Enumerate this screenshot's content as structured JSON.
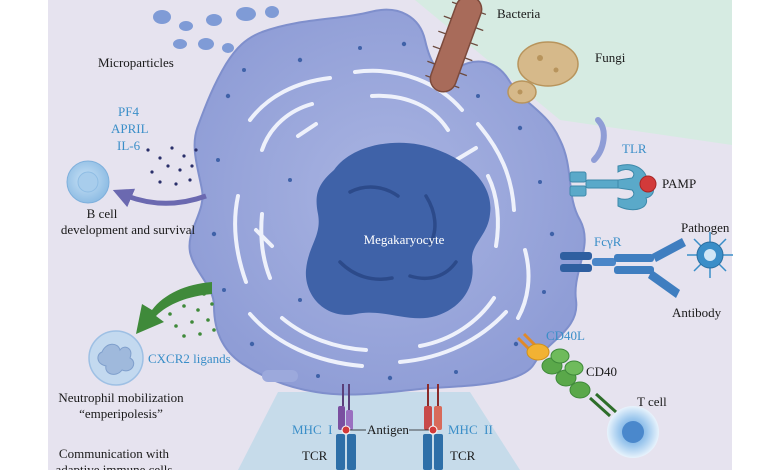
{
  "labels": {
    "bacteria": "Bacteria",
    "fungi": "Fungi",
    "microparticles": "Microparticles",
    "pf4": "PF4",
    "april": "APRIL",
    "il6": "IL-6",
    "bcell_line1": "B cell",
    "bcell_line2": "development and survival",
    "tlr": "TLR",
    "pamp": "PAMP",
    "megakaryocyte": "Megakaryocyte",
    "pathogen": "Pathogen",
    "fcgr": "FcγR",
    "antibody": "Antibody",
    "cxcr2": "CXCR2 ligands",
    "cd40l": "CD40L",
    "cd40": "CD40",
    "neutrophil_line1": "Neutrophil mobilization",
    "neutrophil_line2": "“emperipolesis”",
    "tcell": "T cell",
    "mhc1": "MHC  I",
    "antigen": "Antigen",
    "mhc2": "MHC  II",
    "tcr_left": "TCR",
    "tcr_right": "TCR",
    "communication_line1": "Communication with",
    "communication_line2": "adaptive immune cells"
  },
  "colors": {
    "background": "#e6e3ef",
    "green_panel": "#d6ebe2",
    "blue_panel": "#c6dbea",
    "cell_body": "#9ca9dc",
    "cell_outline": "#7f8fcc",
    "nucleus": "#3f62a8",
    "label_blue": "#3a8ec8",
    "arrow_purple": "#6b69b0",
    "arrow_green": "#3f8a3a"
  }
}
